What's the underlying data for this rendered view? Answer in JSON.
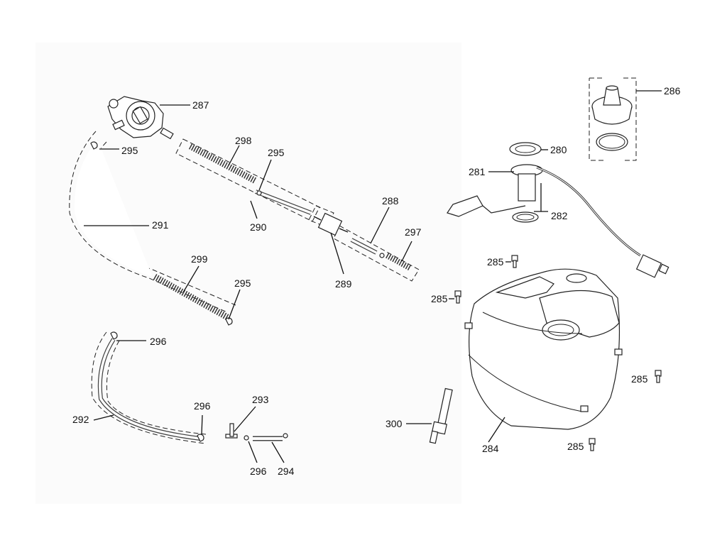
{
  "diagram": {
    "labels": {
      "p280": "280",
      "p281": "281",
      "p282": "282",
      "p284": "284",
      "p285a": "285",
      "p285b": "285",
      "p285c": "285",
      "p285d": "285",
      "p286": "286",
      "p287": "287",
      "p288": "288",
      "p289": "289",
      "p290": "290",
      "p291": "291",
      "p292": "292",
      "p293": "293",
      "p294": "294",
      "p295a": "295",
      "p295b": "295",
      "p295c": "295",
      "p296a": "296",
      "p296b": "296",
      "p296c": "296",
      "p297": "297",
      "p298": "298",
      "p299": "299",
      "p300": "300"
    }
  }
}
